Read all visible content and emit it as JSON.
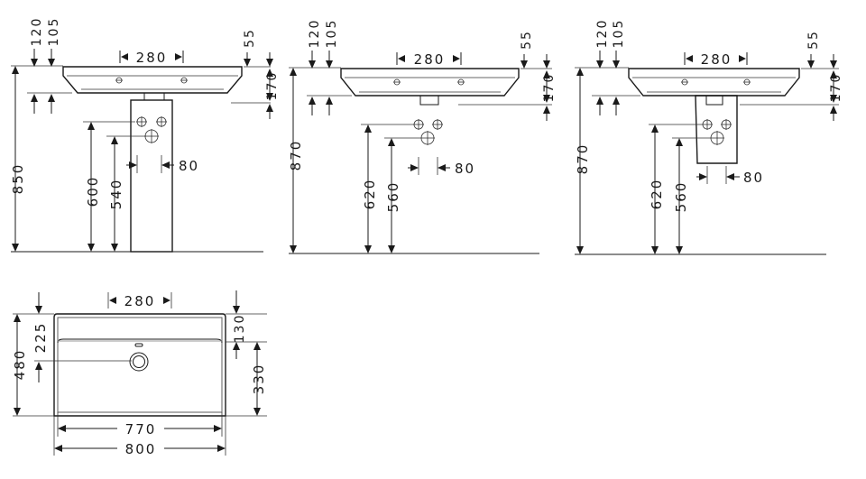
{
  "views": {
    "pedestal": {
      "d120": "120",
      "d105": "105",
      "d280": "280",
      "d55": "55",
      "d170": "170",
      "d850": "850",
      "d600": "600",
      "d540": "540",
      "d80": "80"
    },
    "wall": {
      "d120": "120",
      "d105": "105",
      "d280": "280",
      "d55": "55",
      "d170": "170",
      "d870": "870",
      "d620": "620",
      "d560": "560",
      "d80": "80"
    },
    "trap_cover": {
      "d120": "120",
      "d105": "105",
      "d280": "280",
      "d55": "55",
      "d170": "170",
      "d870": "870",
      "d620": "620",
      "d560": "560",
      "d80": "80"
    },
    "top": {
      "d280": "280",
      "d130": "130",
      "d225": "225",
      "d480": "480",
      "d330": "330",
      "d770": "770",
      "d800": "800"
    }
  }
}
